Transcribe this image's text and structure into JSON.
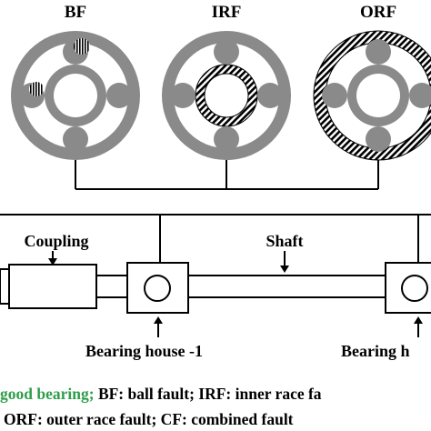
{
  "diagram": {
    "bearing_labels": {
      "bf": "BF",
      "irf": "IRF",
      "orf": "ORF"
    },
    "coupling_label": "Coupling",
    "shaft_label": "Shaft",
    "bearing_house_1_label": "Bearing house -1",
    "bearing_house_2_label": "Bearing h",
    "colors": {
      "gray": "#8a8a8a",
      "green": "#2e9e4a"
    }
  },
  "caption": {
    "line1_green": "good bearing;",
    "line1_rest": " BF: ball fault; IRF: inner race fa",
    "line2": "ORF: outer race fault; CF: combined fault"
  }
}
